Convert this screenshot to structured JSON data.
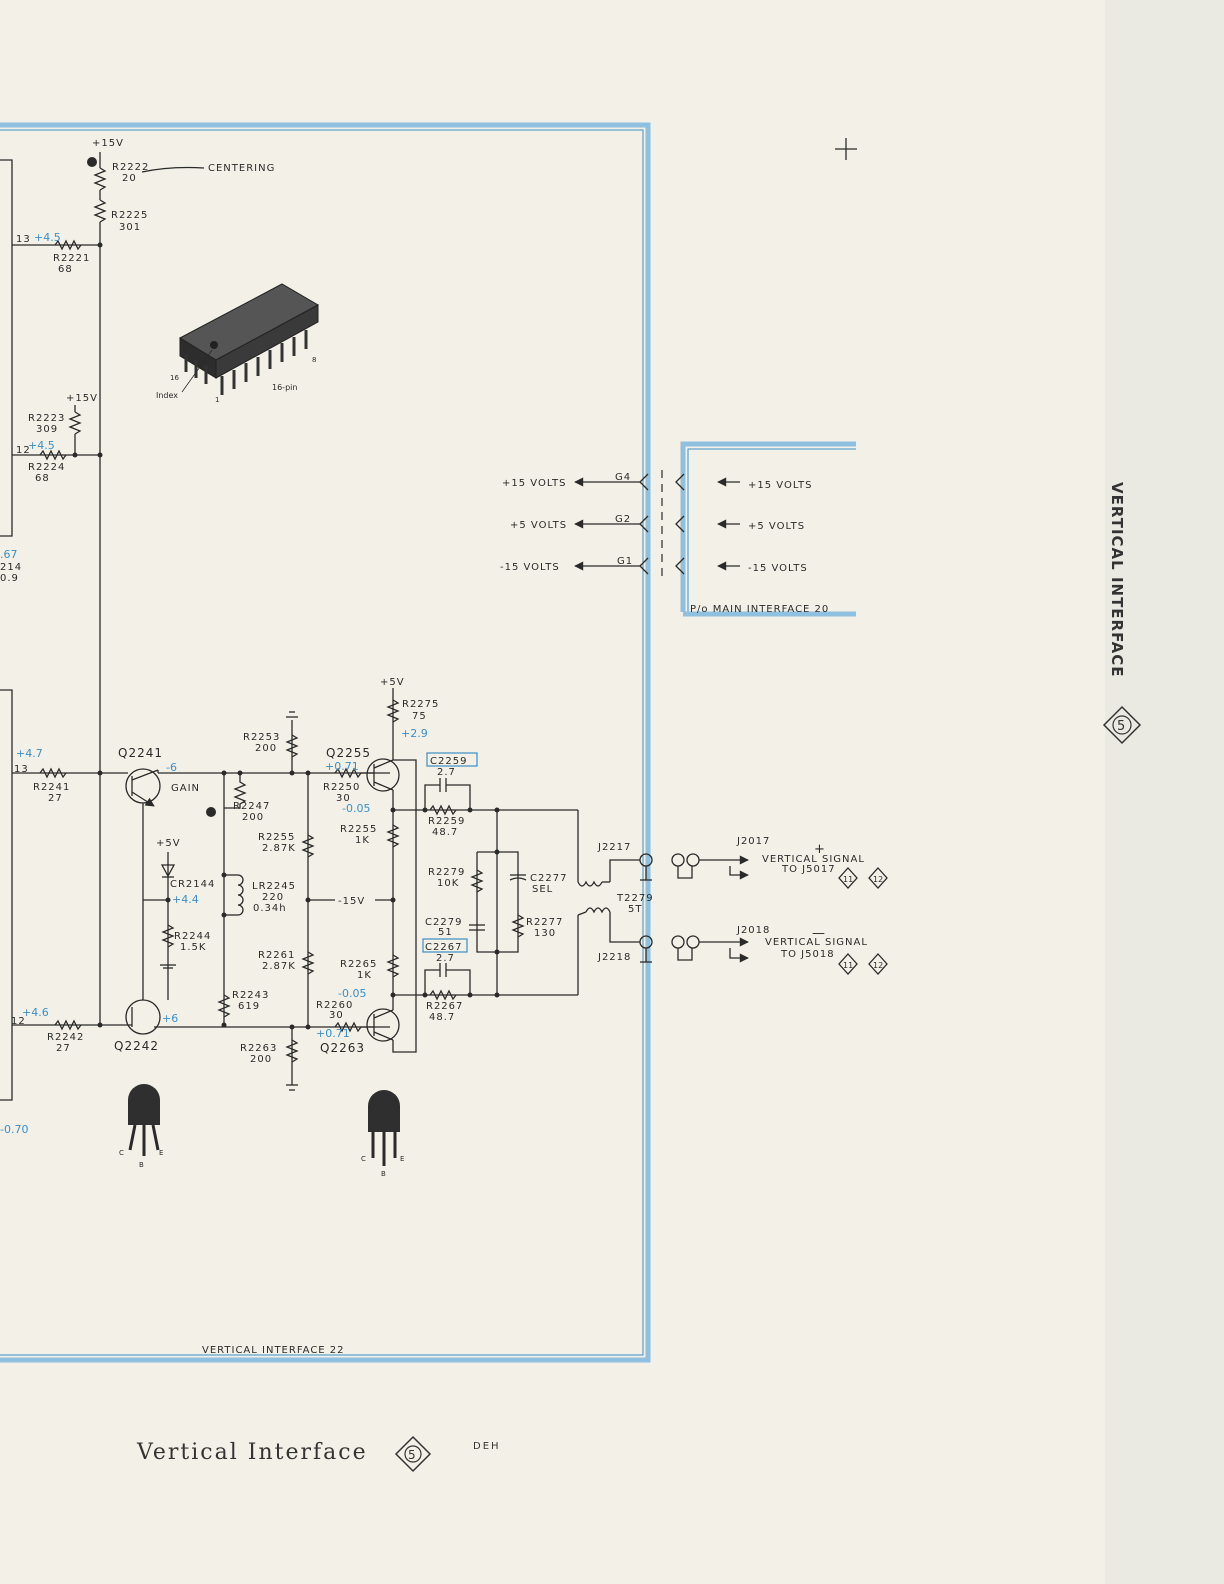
{
  "side_title": "VERTICAL INTERFACE",
  "bottom_title": "Vertical Interface",
  "diamond_number": "5",
  "initials": "DEH",
  "frame_label": "VERTICAL INTERFACE  22",
  "main_interface_label": "P/o MAIN INTERFACE  20",
  "ic": {
    "index": "Index",
    "pin16": "16",
    "pin1": "1",
    "pin8": "8",
    "package": "16-pin"
  },
  "components": {
    "top_supply": "+15V",
    "r2222": "R2222",
    "r2222_val": "20",
    "centering": "CENTERING",
    "r2225": "R2225",
    "r2225_val": "301",
    "r2221": "R2221",
    "r2221_val": "68",
    "pin13a": "13",
    "v_4_5a": "+4.5",
    "supply_15b": "+15V",
    "r2223": "R2223",
    "r2223_val": "309",
    "pin12a": "12",
    "v_4_5b": "+4.5",
    "r2224": "R2224",
    "r2224_val": "68",
    "edge_a": ".67",
    "edge_b": "214",
    "edge_c": "0.9",
    "pin13b": "13",
    "v_4_7": "+4.7",
    "r2241": "R2241",
    "r2241_val": "27",
    "q2241": "Q2241",
    "v_m6": "-6",
    "gain": "GAIN",
    "r2247": "R2247",
    "r2247_val": "200",
    "r2253": "R2253",
    "r2253_val": "200",
    "supply_5a": "+5V",
    "cr2144": "CR2144",
    "v_4_4": "+4.4",
    "r2244": "R2244",
    "r2244_val": "1.5K",
    "lr2245": "LR2245",
    "lr2245_val": "220",
    "lr2245_ind": "0.34h",
    "r2243": "R2243",
    "r2243_val": "619",
    "pin12b": "12",
    "v_4_6": "+4.6",
    "r2242": "R2242",
    "r2242_val": "27",
    "q2242": "Q2242",
    "v_6": "+6",
    "r2263": "R2263",
    "r2263_val": "200",
    "edge_d": "-0.70",
    "supply_5b": "+5V",
    "r2275": "R2275",
    "r2275_val": "75",
    "v_2_9": "+2.9",
    "q2255": "Q2255",
    "v_0_71a": "+0.71",
    "r2250": "R2250",
    "r2250_val": "30",
    "v_m0_05a": "-0.05",
    "r2255a": "R2255",
    "r2255a_val": "2.87K",
    "r2255b": "R2255",
    "r2255b_val": "1K",
    "minus15": "-15V",
    "r2261": "R2261",
    "r2261_val": "2.87K",
    "r2265": "R2265",
    "r2265_val": "1K",
    "v_m0_05b": "-0.05",
    "r2260": "R2260",
    "r2260_val": "30",
    "v_0_71b": "+0.71",
    "q2263": "Q2263",
    "c2259": "C2259",
    "c2259_val": "2.7",
    "r2259": "R2259",
    "r2259_val": "48.7",
    "r2279": "R2279",
    "r2279_val": "10K",
    "c2277": "C2277",
    "c2277_val": "SEL",
    "c2279": "C2279",
    "c2279_val": "51",
    "r2277": "R2277",
    "r2277_val": "130",
    "c2267": "C2267",
    "c2267_val": "2.7",
    "r2267": "R2267",
    "r2267_val": "48.7",
    "j2217": "J2217",
    "j2218": "J2218",
    "t2279": "T2279",
    "t2279_val": "5T",
    "j2017": "J2017",
    "plus": "+",
    "vsig1": "VERTICAL SIGNAL",
    "to1": "TO J5017",
    "j2018": "J2018",
    "minus": "—",
    "vsig2": "VERTICAL SIGNAL",
    "to2": "TO J5018",
    "d11": "11",
    "d12": "12",
    "g4": "G4",
    "g2": "G2",
    "g1": "G1",
    "p15_left": "+15 VOLTS",
    "p5_left": "+5 VOLTS",
    "m15_left": "-15 VOLTS",
    "p15_right": "+15 VOLTS",
    "p5_right": "+5 VOLTS",
    "m15_right": "-15 VOLTS",
    "tr_c": "C",
    "tr_b": "B",
    "tr_e": "E"
  }
}
